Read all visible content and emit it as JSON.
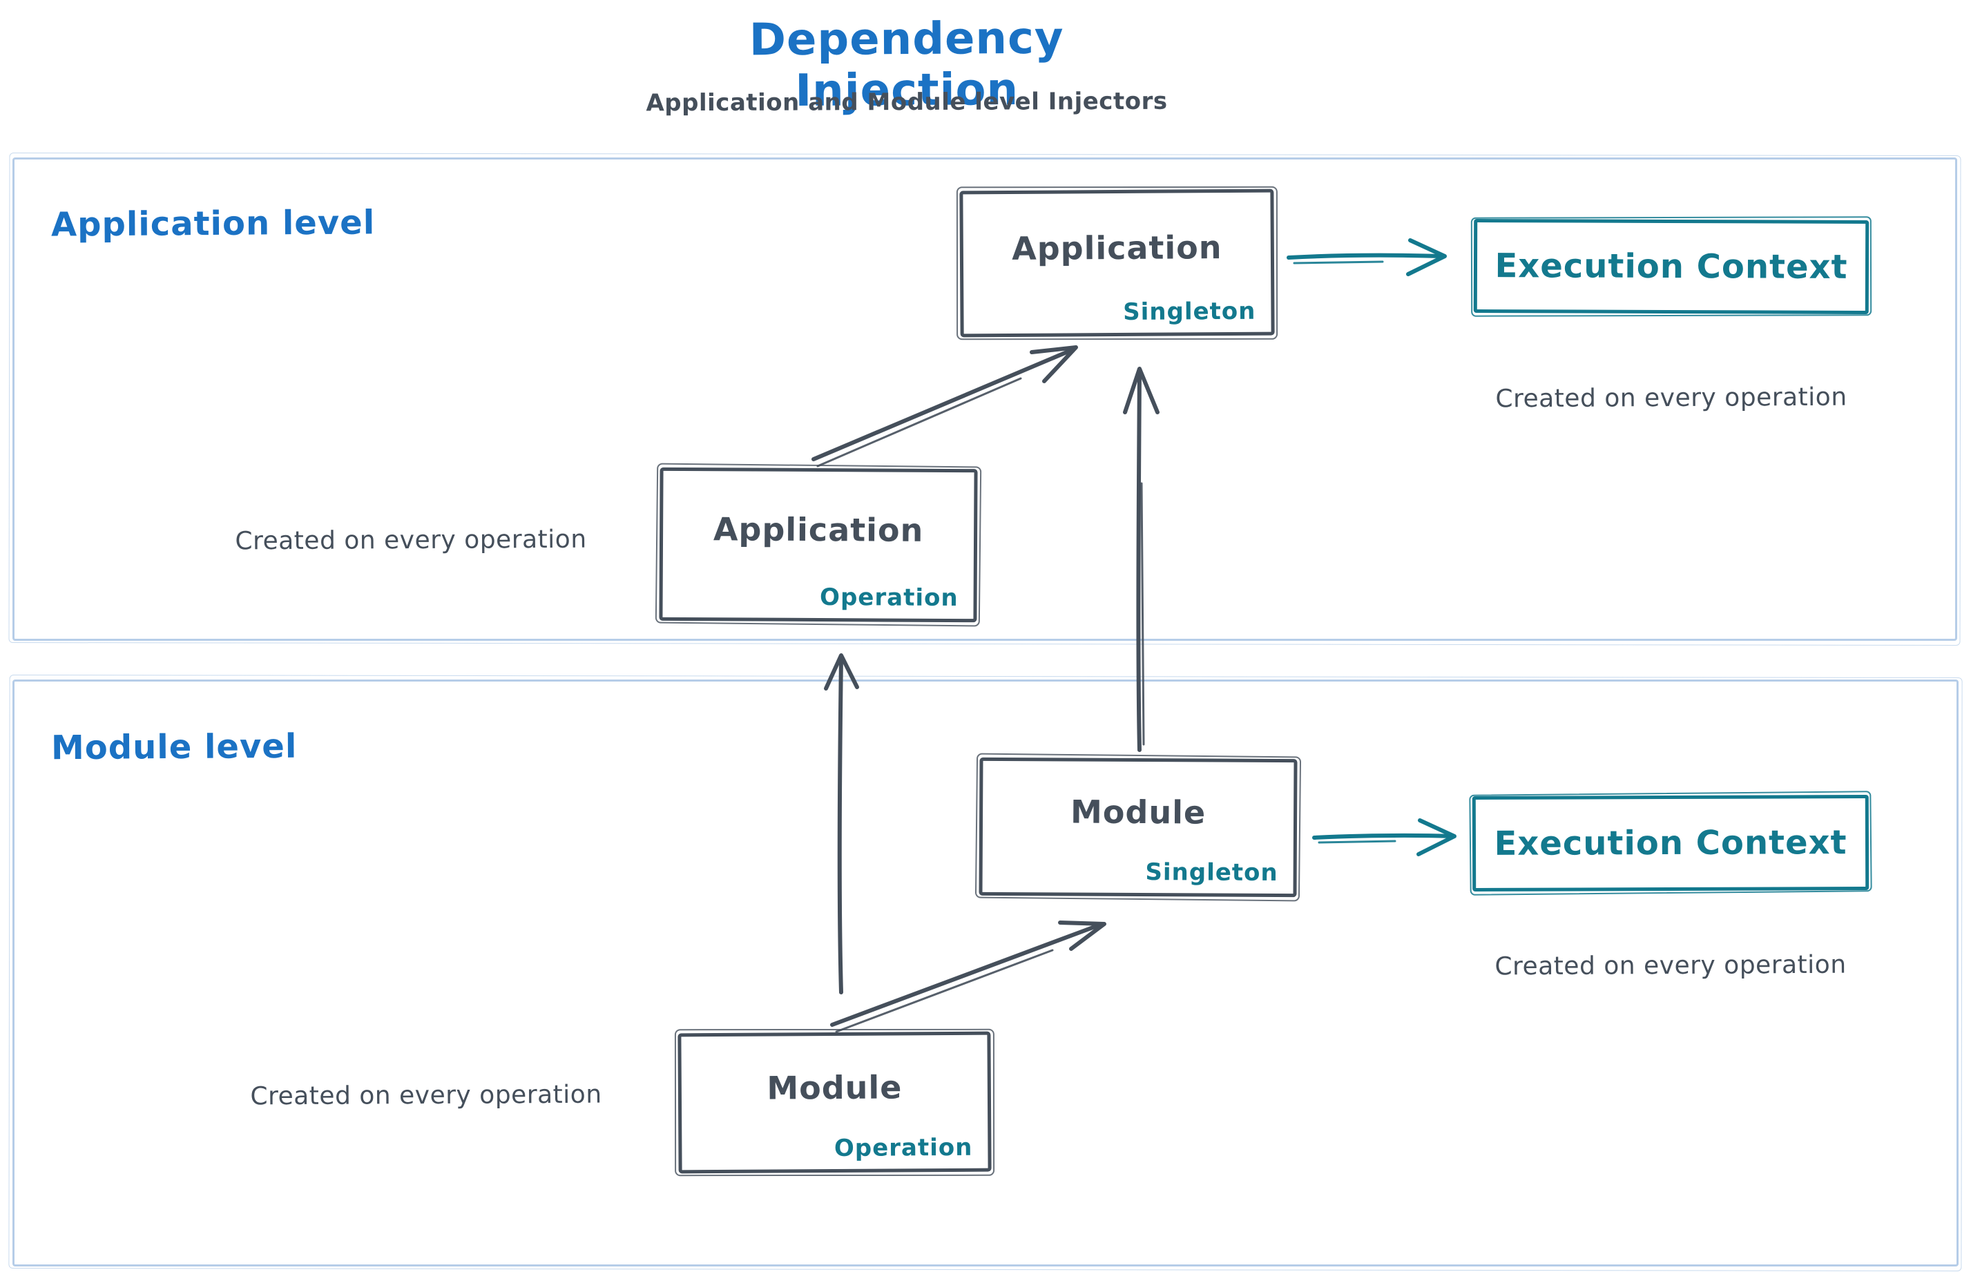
{
  "title": {
    "text": "Dependency Injection",
    "subtitle": "Application and Module level Injectors"
  },
  "colors": {
    "blue": "#1b72c4",
    "dark": "#454f5b",
    "teal": "#13798e",
    "lane": "#b6cde8",
    "bg": "#ffffff"
  },
  "lanes": {
    "application": {
      "label": "Application level"
    },
    "module": {
      "label": "Module level"
    }
  },
  "boxes": {
    "app_singleton": {
      "name": "Application",
      "tag": "Singleton"
    },
    "app_operation": {
      "name": "Application",
      "tag": "Operation"
    },
    "module_singleton": {
      "name": "Module",
      "tag": "Singleton"
    },
    "module_operation": {
      "name": "Module",
      "tag": "Operation"
    },
    "app_execution_context": {
      "name": "Execution Context"
    },
    "module_execution_context": {
      "name": "Execution Context"
    }
  },
  "notes": {
    "app_execution": "Created on every operation",
    "app_operation": "Created on every operation",
    "module_execution": "Created on every operation",
    "module_operation": "Created on every operation"
  }
}
